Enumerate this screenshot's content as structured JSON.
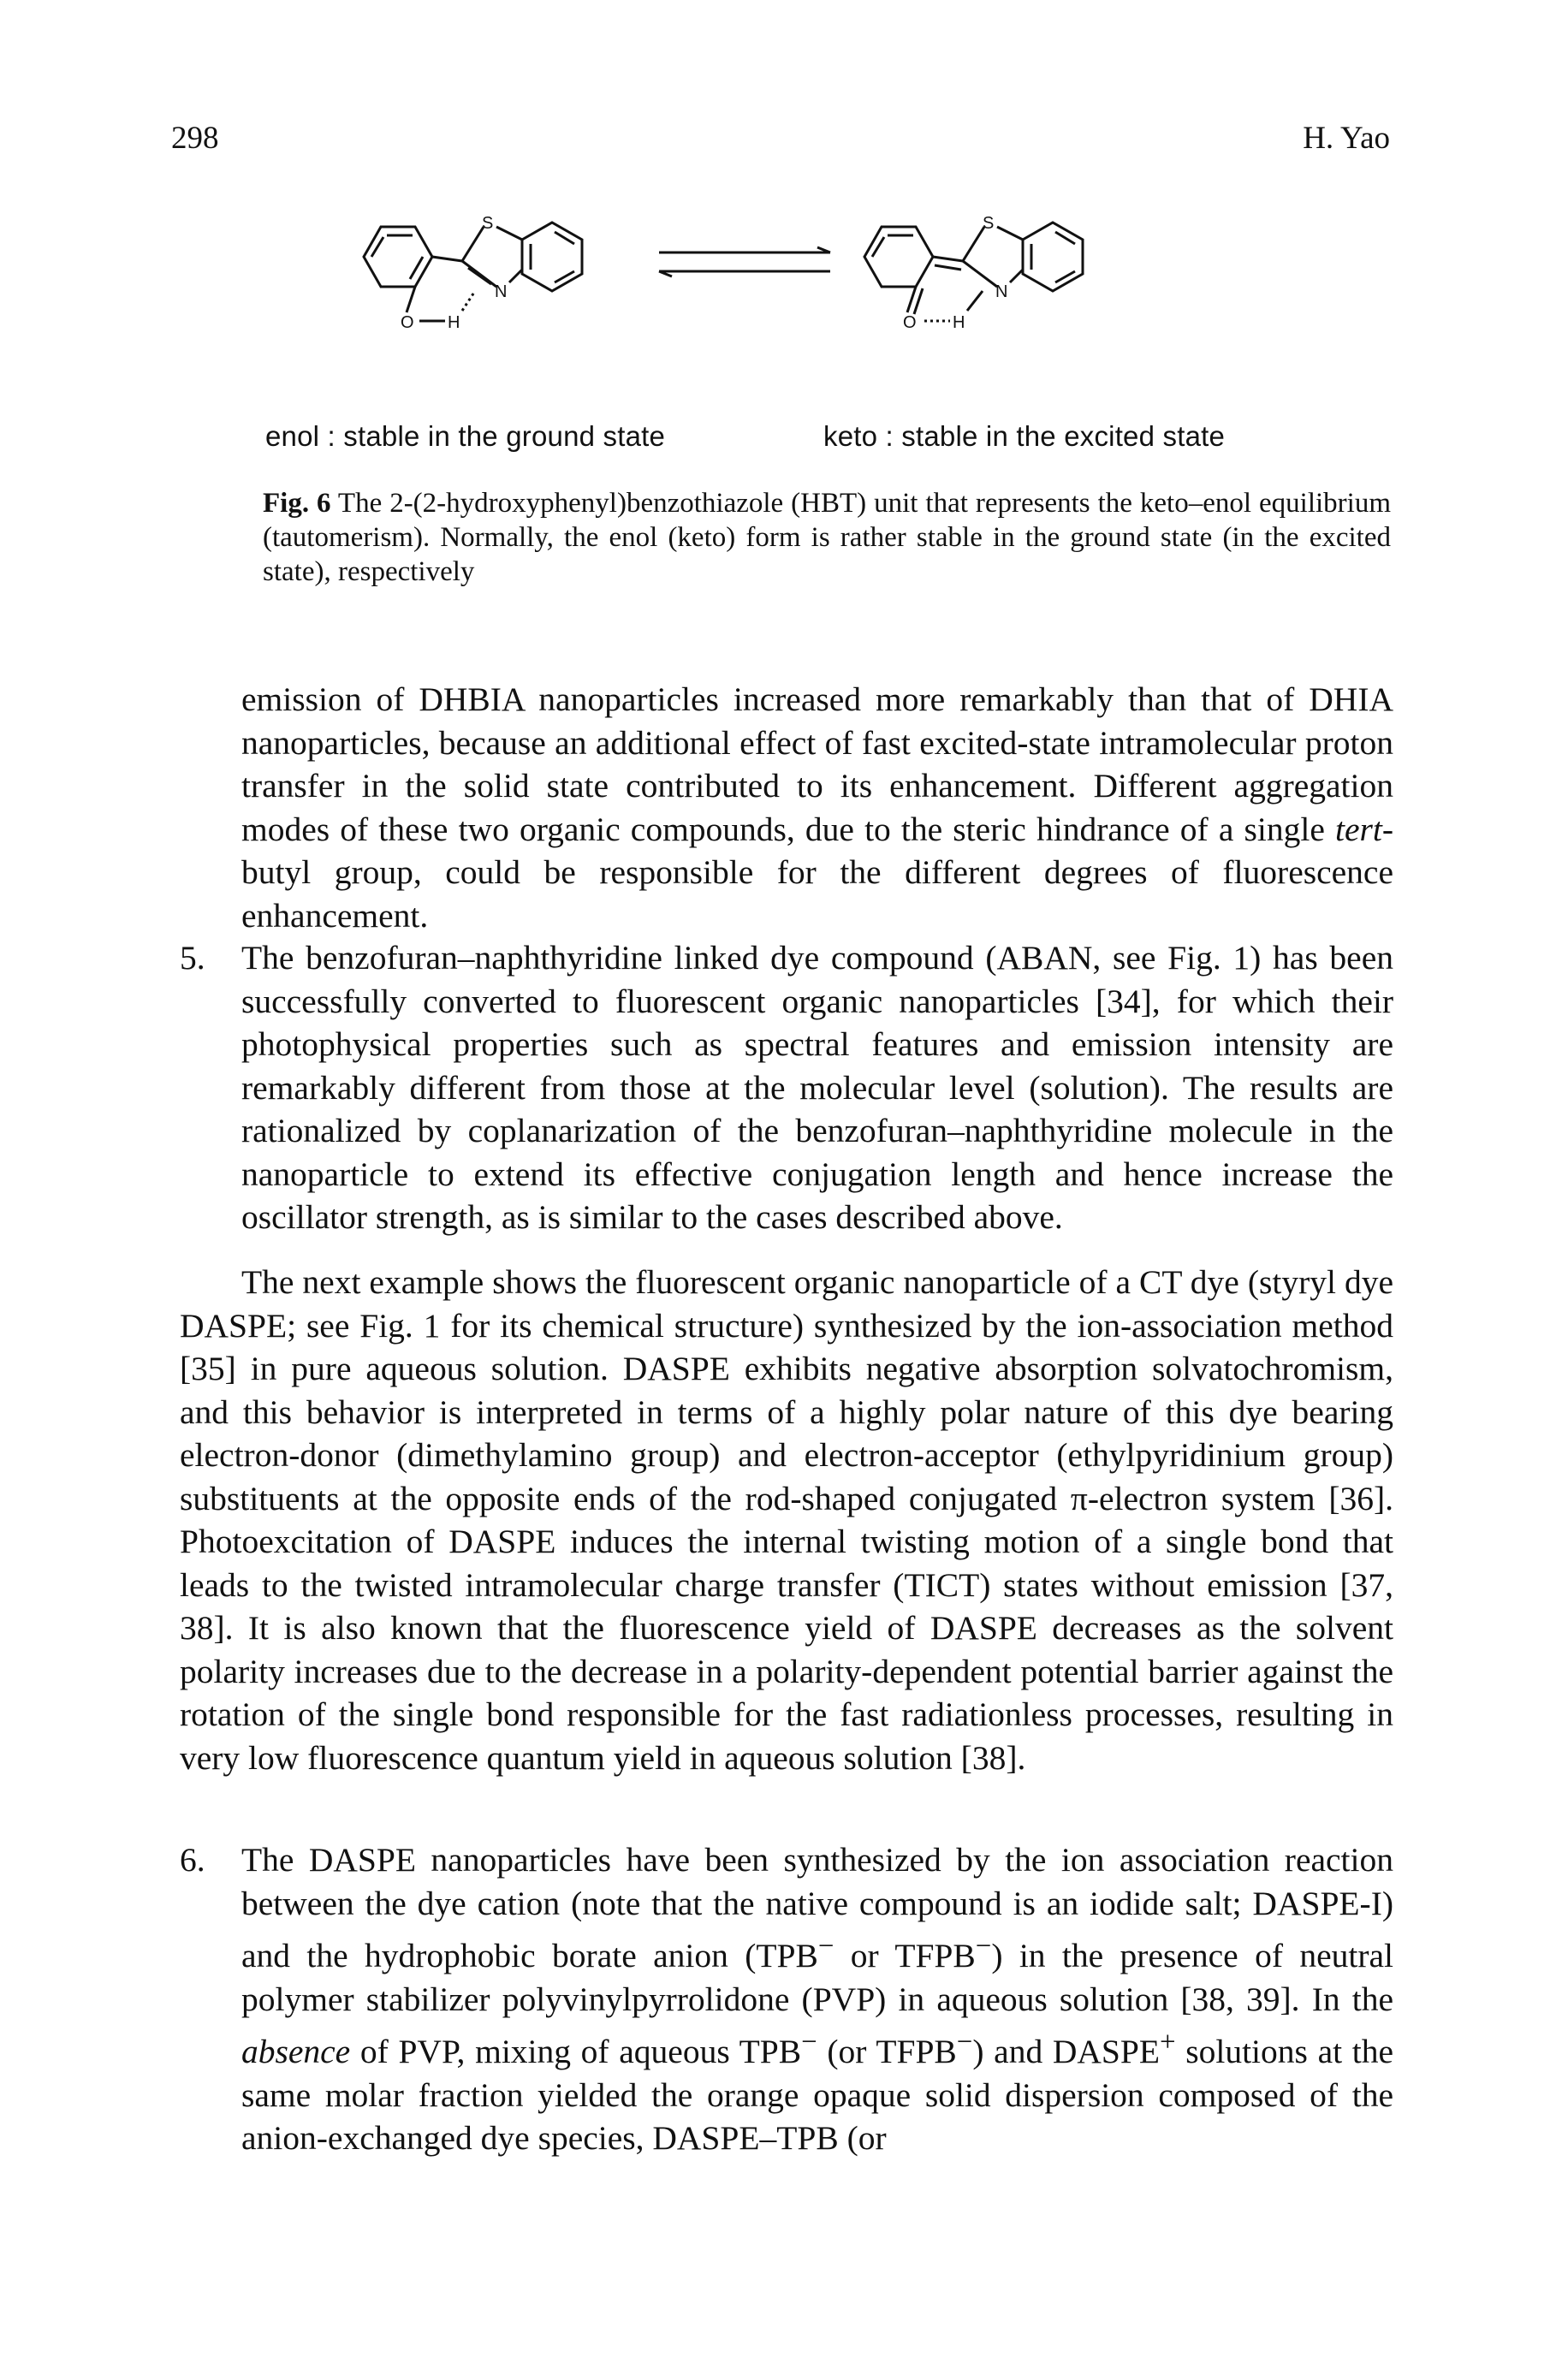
{
  "header": {
    "page_number": "298",
    "running_head": "H. Yao"
  },
  "figure": {
    "enol_label": "enol : stable in the ground state",
    "keto_label": "keto : stable in the excited state",
    "atoms": {
      "s": "S",
      "n": "N",
      "o": "O",
      "h": "H"
    },
    "caption_lead": "Fig. 6",
    "caption_text": " The 2-(2-hydroxyphenyl)benzothiazole (HBT) unit that represents the keto–enol equilibrium (tautomerism). Normally, the enol (keto) form is rather stable in the ground state (in the excited state), respectively"
  },
  "body": {
    "para_a_1": "emission of DHBIA nanoparticles increased more remarkably than that of DHIA nanoparticles, because an additional effect of fast excited-state intramolecular proton transfer in the solid state contributed to its enhancement. Different aggregation modes of these two organic compounds, due to the steric hindrance of a single ",
    "para_a_italic": "tert",
    "para_a_2": "-butyl group, could be responsible for the different degrees of fluorescence enhancement.",
    "item5_num": "5.",
    "item5_text": "The benzofuran–naphthyridine linked dye compound (ABAN, see Fig. 1) has been successfully converted to fluorescent organic nanoparticles [34], for which their photophysical properties such as spectral features and emission intensity are remarkably different from those at the molecular level (solution). The results are rationalized by coplanarization of the benzofuran–naphthyridine molecule in the nanoparticle to extend its effective conjugation length and hence increase the oscillator strength, as is similar to the cases described above.",
    "para_next": "The next example shows the fluorescent organic nanoparticle of a CT dye (styryl dye DASPE; see Fig. 1 for its chemical structure) synthesized by the ion-association method [35] in pure aqueous solution. DASPE exhibits negative absorption solvatochromism, and this behavior is interpreted in terms of a highly polar nature of this dye bearing electron-donor (dimethylamino group) and electron-acceptor (ethylpyridinium group) substituents at the opposite ends of the rod-shaped conjugated π-electron system [36]. Photoexcitation of DASPE induces the internal twisting motion of a single bond that leads to the twisted intramolecular charge transfer (TICT) states without emission [37, 38]. It is also known that the fluorescence yield of DASPE decreases as the solvent polarity increases due to the decrease in a polarity-dependent potential barrier against the rotation of the single bond responsible for the fast radiationless processes, resulting in very low fluorescence quantum yield in aqueous solution [38].",
    "item6_num": "6.",
    "item6_1": "The DASPE nanoparticles have been synthesized by the ion association reaction between the dye cation (note that the native compound is an iodide salt; DASPE-I) and the hydrophobic borate anion (TPB",
    "item6_sup1": "−",
    "item6_2": " or TFPB",
    "item6_sup2": "−",
    "item6_3": ") in the presence of neutral polymer stabilizer polyvinylpyrrolidone (PVP) in aqueous solution [38, 39]. In the ",
    "item6_italic": "absence",
    "item6_4": " of PVP, mixing of aqueous TPB",
    "item6_sup3": "−",
    "item6_5": " (or TFPB",
    "item6_sup4": "−",
    "item6_6": ") and DASPE",
    "item6_sup5": "+",
    "item6_7": " solutions at the same molar fraction yielded the orange opaque solid dispersion composed of the anion-exchanged dye species, DASPE–TPB (or"
  }
}
